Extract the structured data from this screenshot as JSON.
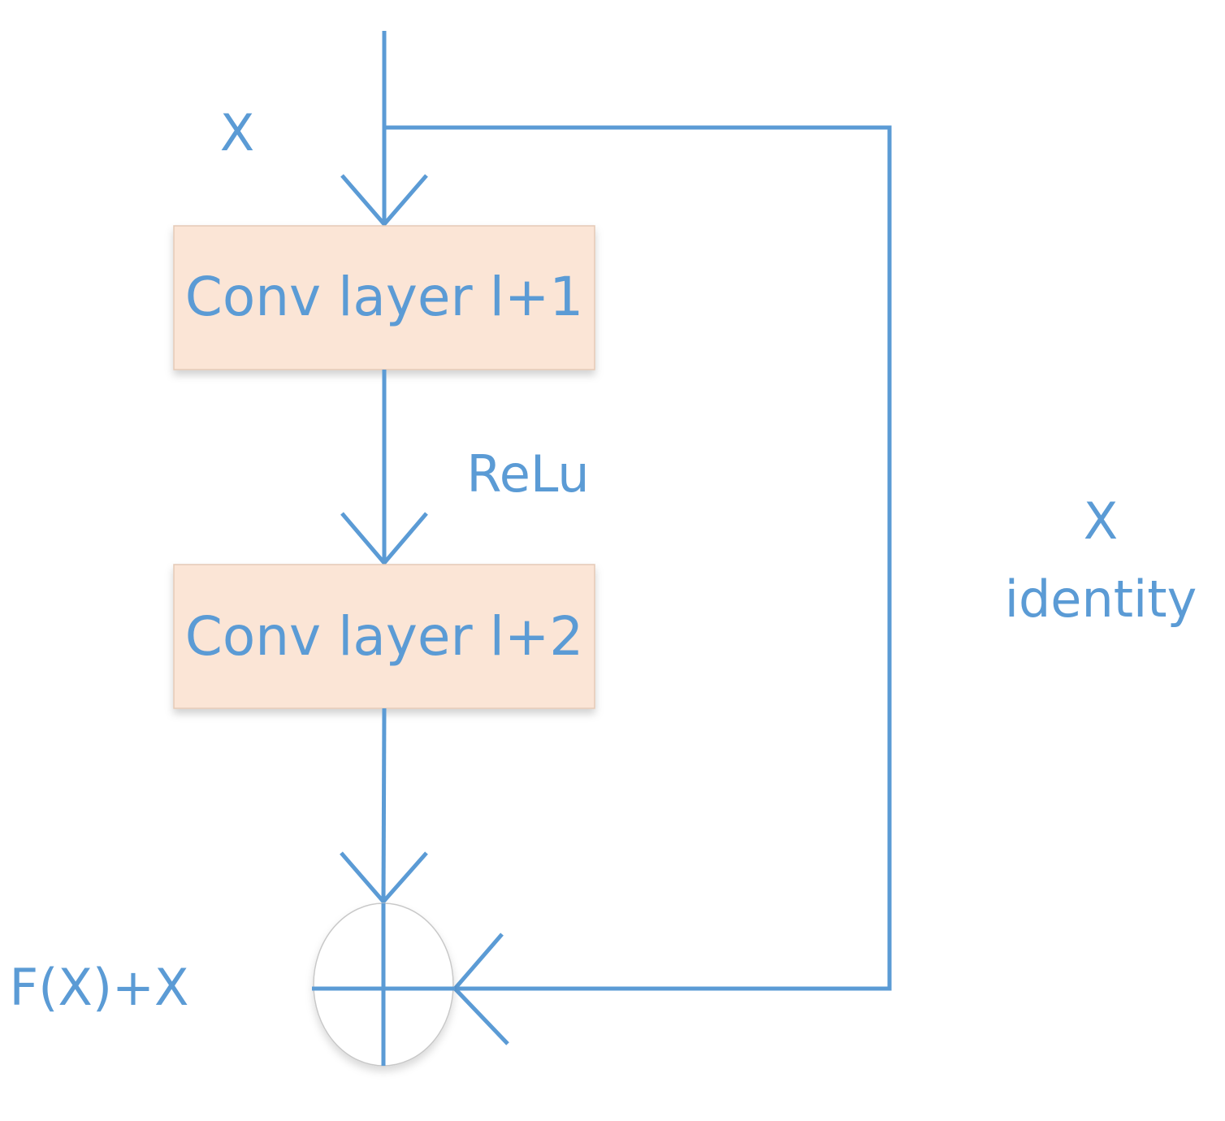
{
  "colors": {
    "line": "#5b9bd5",
    "box_fill": "#fbe5d6",
    "box_border": "#e4c9b6",
    "text": "#5b9bd5",
    "circle_border": "#c8c8c8",
    "background": "#ffffff"
  },
  "labels": {
    "input": "X",
    "activation": "ReLu",
    "identity_symbol": "X",
    "identity_word": "identity",
    "output": "F(X)+X"
  },
  "blocks": [
    {
      "label": "Conv layer l+1"
    },
    {
      "label": "Conv layer l+2"
    }
  ],
  "sum_node": {
    "icon": "plus-icon"
  }
}
